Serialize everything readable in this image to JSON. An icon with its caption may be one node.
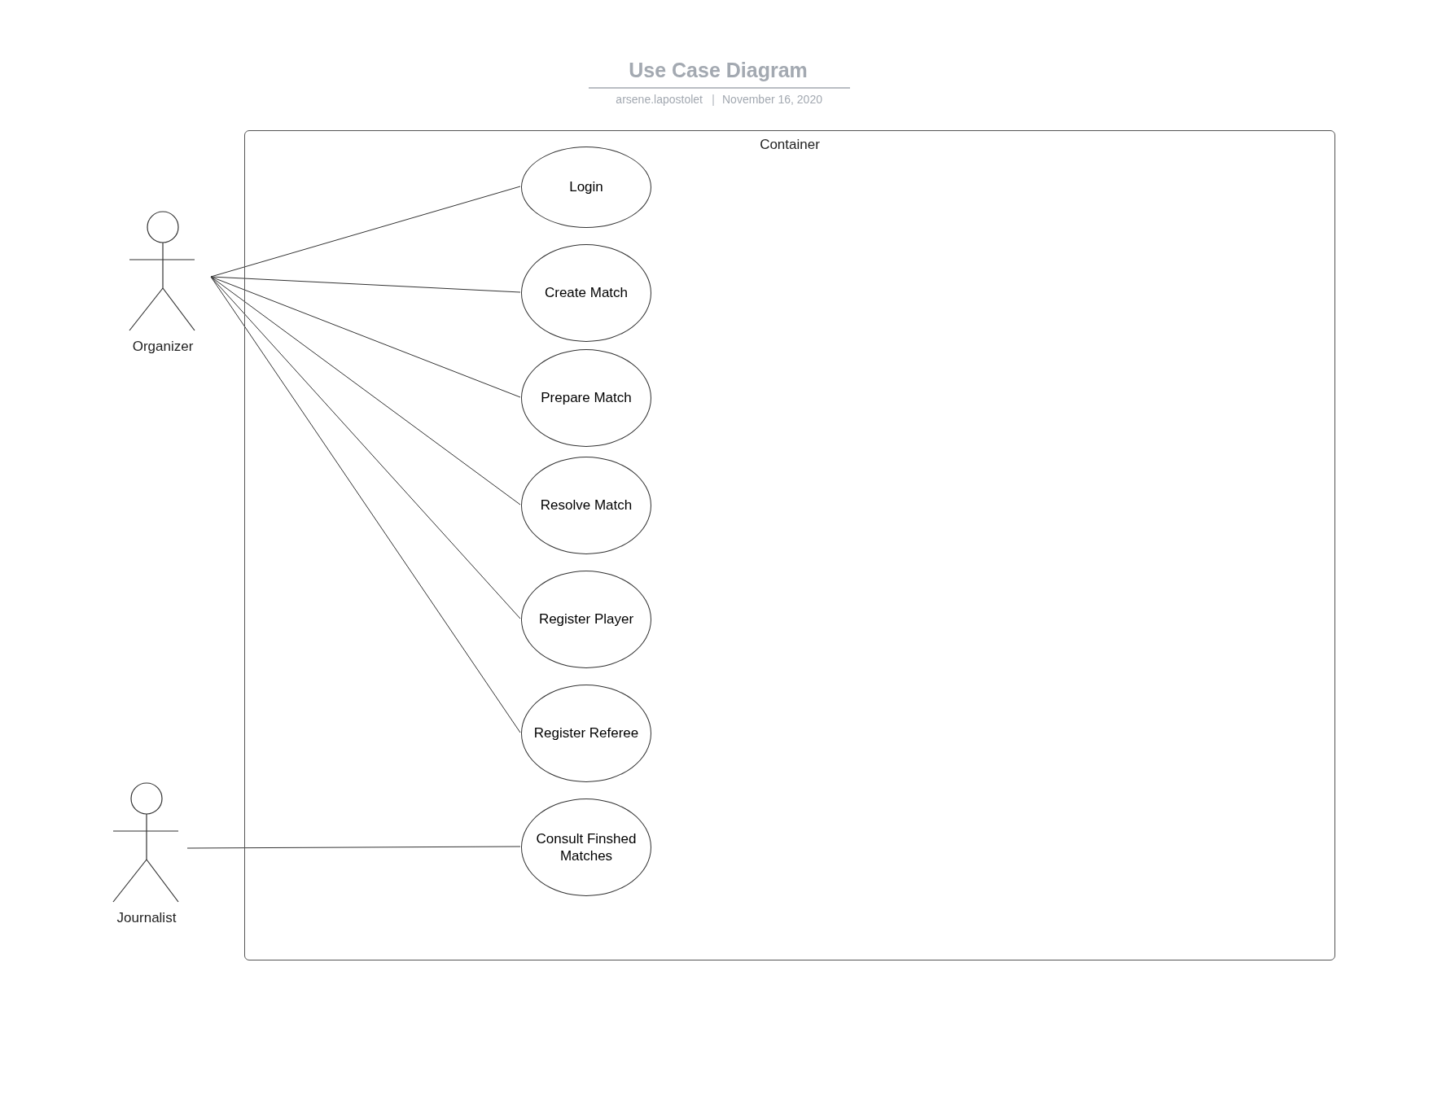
{
  "diagram": {
    "title": "Use Case Diagram",
    "nodes": [
      {
        "text": [
          "Container"
        ]
      },
      {
        "text": [
          "Login"
        ],
        "in": 0
      },
      {
        "text": [
          "Create Match"
        ],
        "in": 0
      },
      {
        "text": [
          "Prepare Match"
        ],
        "in": 0
      },
      {
        "text": [
          "Resolve Match"
        ],
        "in": 0
      },
      {
        "text": [
          "Register Player"
        ],
        "in": 0
      },
      {
        "text": [
          "Register Referee"
        ],
        "in": 0
      },
      {
        "text": [
          "Consult Finshed Matches"
        ],
        "in": 0
      },
      {
        "text": [
          "Organizer"
        ]
      },
      {
        "text": [
          "Journalist"
        ]
      }
    ],
    "edges": [
      {
        "from": 8,
        "to": 1,
        "arrow": "none"
      },
      {
        "from": 8,
        "to": 2,
        "arrow": "none"
      },
      {
        "from": 8,
        "to": 3,
        "arrow": "none"
      },
      {
        "from": 8,
        "to": 4,
        "arrow": "none"
      },
      {
        "from": 8,
        "to": 5,
        "arrow": "none"
      },
      {
        "from": 8,
        "to": 6,
        "arrow": "none"
      },
      {
        "from": 9,
        "to": 7,
        "arrow": "none"
      }
    ],
    "labels": [
      "arsene.lapostolet",
      "November 16, 2020"
    ]
  }
}
